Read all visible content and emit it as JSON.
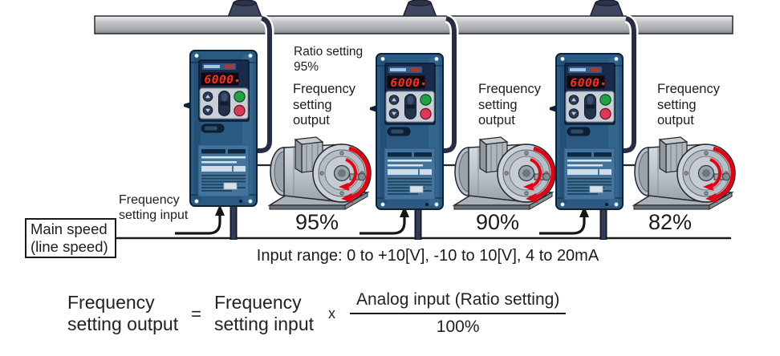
{
  "scene": {
    "inverter_display": "6000",
    "ratio_label": [
      "Ratio setting",
      "95%"
    ],
    "inverters": [
      {
        "output_label": [
          "Frequency",
          "setting",
          "output"
        ],
        "percent": "95%"
      },
      {
        "output_label": [
          "Frequency",
          "setting",
          "output"
        ],
        "percent": "90%"
      },
      {
        "output_label": [
          "Frequency",
          "setting",
          "output"
        ],
        "percent": "82%"
      }
    ],
    "freq_input_label": [
      "Frequency",
      "setting input"
    ],
    "main_speed_box": [
      "Main speed",
      "(line speed)"
    ],
    "input_range": "Input range: 0 to +10[V], -10 to 10[V], 4 to 20mA",
    "formula": {
      "lhs": [
        "Frequency",
        "setting output"
      ],
      "equals": "=",
      "rhs": [
        "Frequency",
        "setting input"
      ],
      "times": "x",
      "numerator": "Analog input (Ratio setting)",
      "denominator": "100%"
    },
    "colors": {
      "inverter_body": "#2a5a81",
      "display_digits": "#ff2f1e",
      "run_button": "#1ea343",
      "stop_button": "#d83a56",
      "motor_arrow": "#e60012",
      "line_bar": "#b5b8bb",
      "cable": "#272d44"
    }
  }
}
